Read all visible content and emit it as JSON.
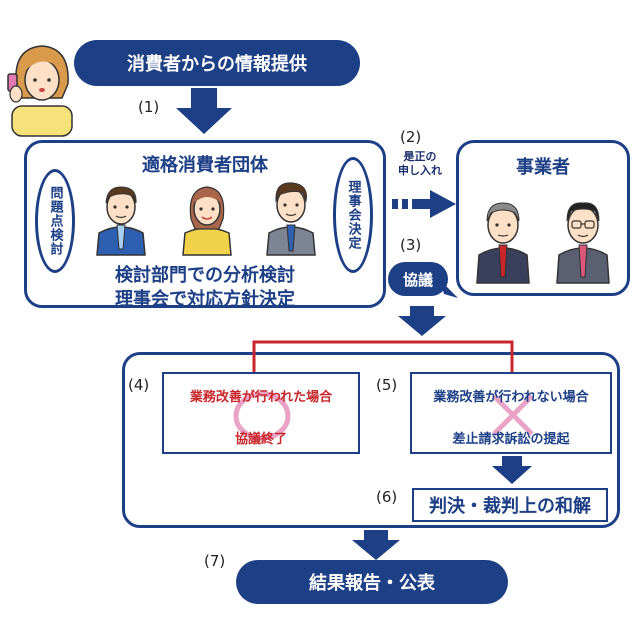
{
  "colors": {
    "navy": "#1c3f86",
    "red": "#c8262b",
    "pink": "#e8a3c6"
  },
  "header": {
    "title": "消費者からの情報提供"
  },
  "steps": {
    "s1": "(1)",
    "s2": "(2)",
    "s3": "(3)",
    "s4": "(4)",
    "s5": "(5)",
    "s6": "(6)",
    "s7": "(7)"
  },
  "organization": {
    "title": "適格消費者団体",
    "left_oval": "問題点検討",
    "right_oval": "理事会決定",
    "line1": "検討部門での分析検討",
    "line2": "理事会で対応方針決定"
  },
  "proposal": {
    "line1": "是正の",
    "line2": "申し入れ"
  },
  "business": {
    "title": "事業者"
  },
  "negotiation": {
    "label": "協議"
  },
  "outcome_improved": {
    "title": "業務改善が行われた場合",
    "result": "協議終了",
    "mark": "○"
  },
  "outcome_not_improved": {
    "title": "業務改善が行われない場合",
    "result": "差止請求訴訟の提起",
    "mark": "×"
  },
  "judgment": {
    "label": "判決・裁判上の和解"
  },
  "final": {
    "label": "結果報告・公表"
  },
  "icons": {
    "consumer": "woman-on-phone-icon",
    "staff": "staff-person-icon",
    "business_person": "businessman-icon",
    "arrow": "down-arrow-icon"
  }
}
